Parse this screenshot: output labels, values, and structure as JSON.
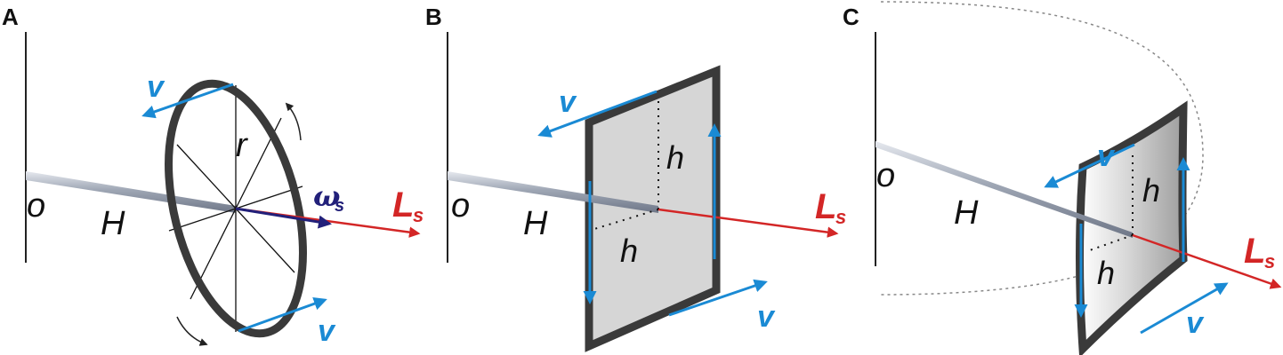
{
  "panels": [
    {
      "letter": "A",
      "labels": {
        "origin": "o",
        "arm": "H",
        "radius": "r",
        "velocity_top": "v",
        "velocity_bottom": "v",
        "omega": "ω",
        "omega_sub": "s",
        "L": "L",
        "L_sub": "s"
      }
    },
    {
      "letter": "B",
      "labels": {
        "origin": "o",
        "arm": "H",
        "h_vertical": "h",
        "h_horizontal": "h",
        "velocity_top": "v",
        "velocity_bottom": "v",
        "L": "L",
        "L_sub": "s"
      }
    },
    {
      "letter": "C",
      "labels": {
        "origin": "o",
        "arm": "H",
        "h_vertical": "h",
        "h_horizontal": "h",
        "velocity_top": "v",
        "velocity_bottom": "v",
        "L": "L",
        "L_sub": "s"
      }
    }
  ],
  "colors": {
    "velocity": "#1a8ad4",
    "angular_momentum": "#d32626",
    "angular_velocity": "#22207a",
    "frame": "#3a3a3a",
    "plate_fill": "#d6d6d6",
    "axis_rod": "#9aa3b2"
  }
}
